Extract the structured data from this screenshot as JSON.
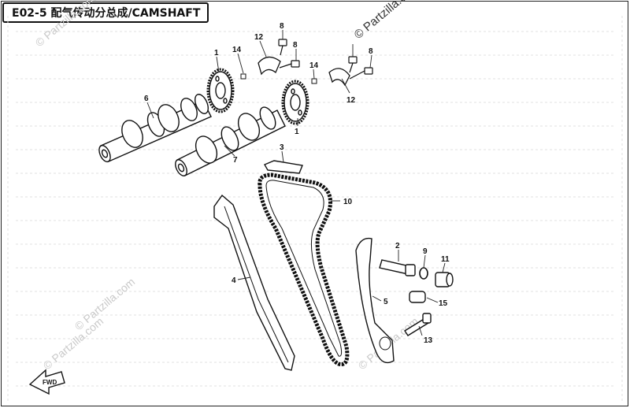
{
  "title": "E02-5 配气传动分总成/CAMSHAFT",
  "watermark": "© Partzilla.com",
  "fwd_label": "FWD",
  "callouts": {
    "p1a": "1",
    "p1b": "1",
    "p2": "2",
    "p3": "3",
    "p4": "4",
    "p5": "5",
    "p6": "6",
    "p7": "7",
    "p8a": "8",
    "p8b": "8",
    "p8c": "8",
    "p9": "9",
    "p10": "10",
    "p11": "11",
    "p12a": "12",
    "p12b": "12",
    "p13": "13",
    "p14a": "14",
    "p14b": "14",
    "p15": "15"
  },
  "colors": {
    "line": "#111111",
    "leader": "#222222",
    "watermark": "#c9c9c9",
    "grid": "#d8d8d8"
  }
}
